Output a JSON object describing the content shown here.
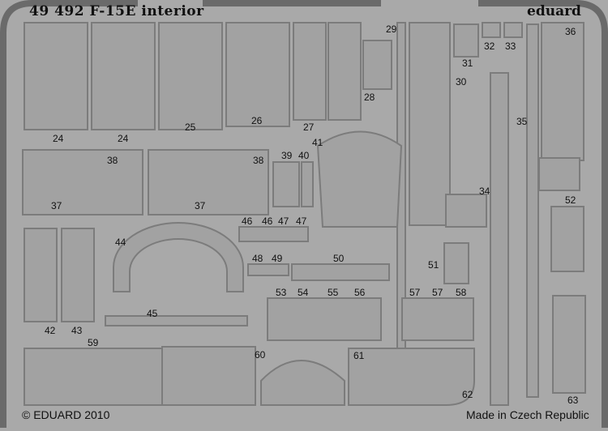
{
  "header": {
    "set_title": "49 492  F-15E interior",
    "brand": "eduard"
  },
  "footer": {
    "copyright": "© EDUARD 2010",
    "origin": "Made in Czech Republic"
  },
  "colors": {
    "fret": "#a9a9a9",
    "frame": "#6a6a6a",
    "part_edge": "#7c7c7c",
    "text": "#111111"
  },
  "labels": [
    "24",
    "24",
    "25",
    "26",
    "27",
    "28",
    "29",
    "30",
    "31",
    "32",
    "33",
    "34",
    "35",
    "36",
    "37",
    "37",
    "38",
    "38",
    "39",
    "40",
    "41",
    "42",
    "43",
    "44",
    "45",
    "46",
    "46",
    "47",
    "47",
    "48",
    "49",
    "50",
    "51",
    "52",
    "53",
    "54",
    "55",
    "56",
    "57",
    "57",
    "58",
    "59",
    "60",
    "61",
    "62",
    "63"
  ]
}
